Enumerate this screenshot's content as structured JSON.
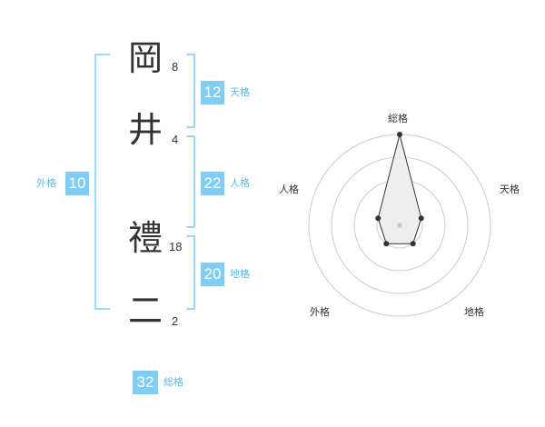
{
  "name": {
    "chars": [
      {
        "char": "岡",
        "strokes": "8"
      },
      {
        "char": "井",
        "strokes": "4"
      },
      {
        "char": "禮",
        "strokes": "18"
      },
      {
        "char": "二",
        "strokes": "2"
      }
    ]
  },
  "fortunes": {
    "tenkaku": {
      "value": "12",
      "label": "天格"
    },
    "jinkaku": {
      "value": "22",
      "label": "人格"
    },
    "chikaku": {
      "value": "20",
      "label": "地格"
    },
    "gaikaku": {
      "value": "10",
      "label": "外格"
    },
    "soukaku": {
      "value": "32",
      "label": "総格"
    }
  },
  "chart_data": {
    "type": "radar",
    "axes": [
      "総格",
      "天格",
      "地格",
      "外格",
      "人格"
    ],
    "values": [
      4,
      1,
      1,
      1,
      1
    ],
    "max": 4,
    "rings": 4
  },
  "colors": {
    "accent": "#7fcdf4",
    "bracket": "#7fcdf4",
    "ring": "#cccccc",
    "polygon_fill": "#eeeeee",
    "point": "#333333"
  }
}
